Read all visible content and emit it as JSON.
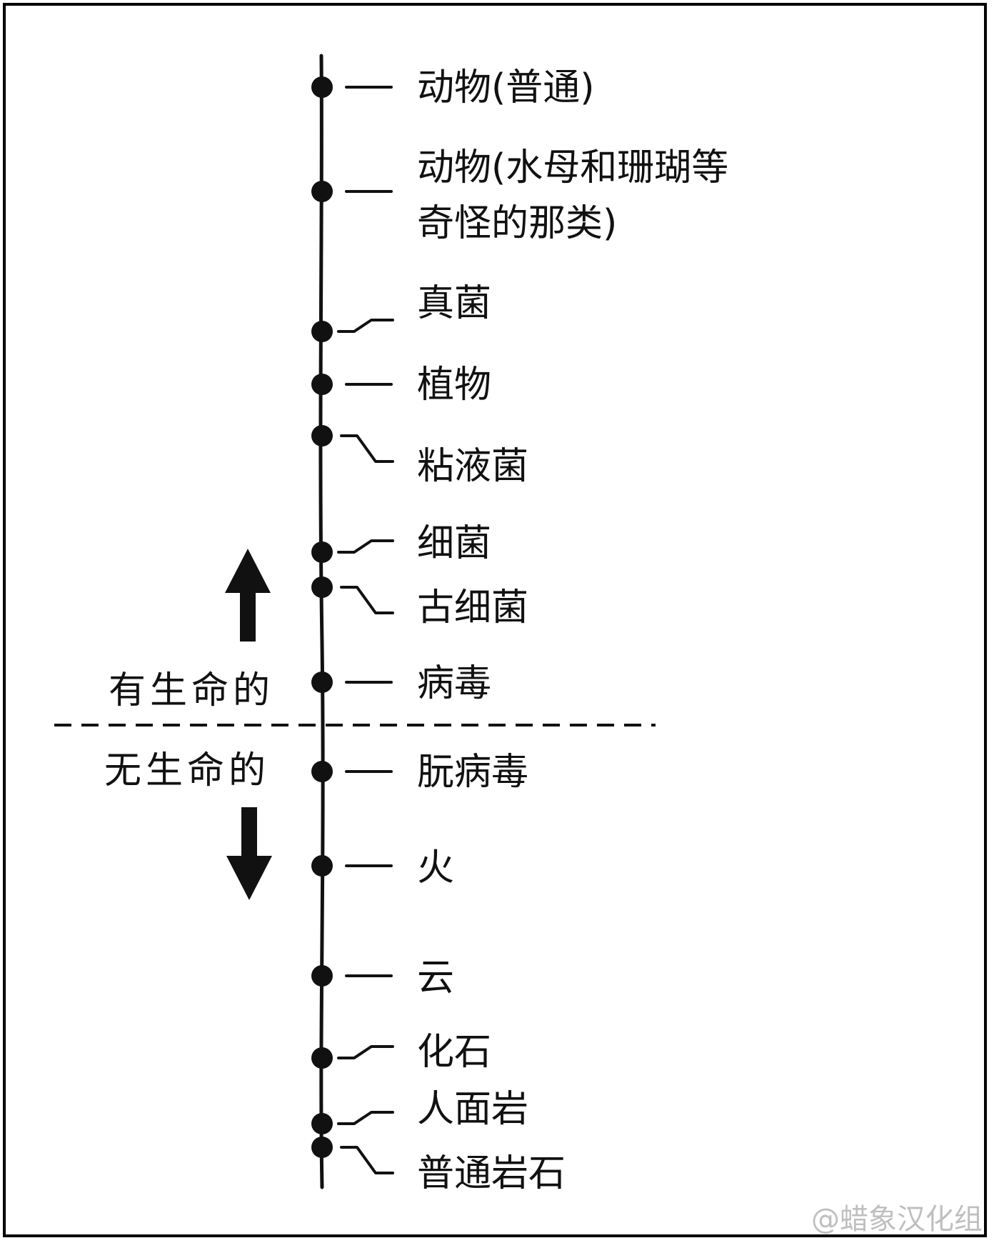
{
  "items": [
    {
      "lines": [
        "动物(普通)"
      ]
    },
    {
      "lines": [
        "动物(水母和珊瑚等",
        "奇怪的那类)"
      ]
    },
    {
      "lines": [
        "真菌"
      ]
    },
    {
      "lines": [
        "植物"
      ]
    },
    {
      "lines": [
        "粘液菌"
      ]
    },
    {
      "lines": [
        "细菌"
      ]
    },
    {
      "lines": [
        "古细菌"
      ]
    },
    {
      "lines": [
        "病毒"
      ]
    },
    {
      "lines": [
        "朊病毒"
      ]
    },
    {
      "lines": [
        "火"
      ]
    },
    {
      "lines": [
        "云"
      ]
    },
    {
      "lines": [
        "化石"
      ]
    },
    {
      "lines": [
        "人面岩"
      ]
    },
    {
      "lines": [
        "普通岩石"
      ]
    }
  ],
  "divider": {
    "upper_label": "有生命的",
    "lower_label": "无生命的"
  },
  "credit": "@蜡象汉化组",
  "colors": {
    "ink": "#111111",
    "credit": "#bfbfbf",
    "background": "#ffffff"
  }
}
